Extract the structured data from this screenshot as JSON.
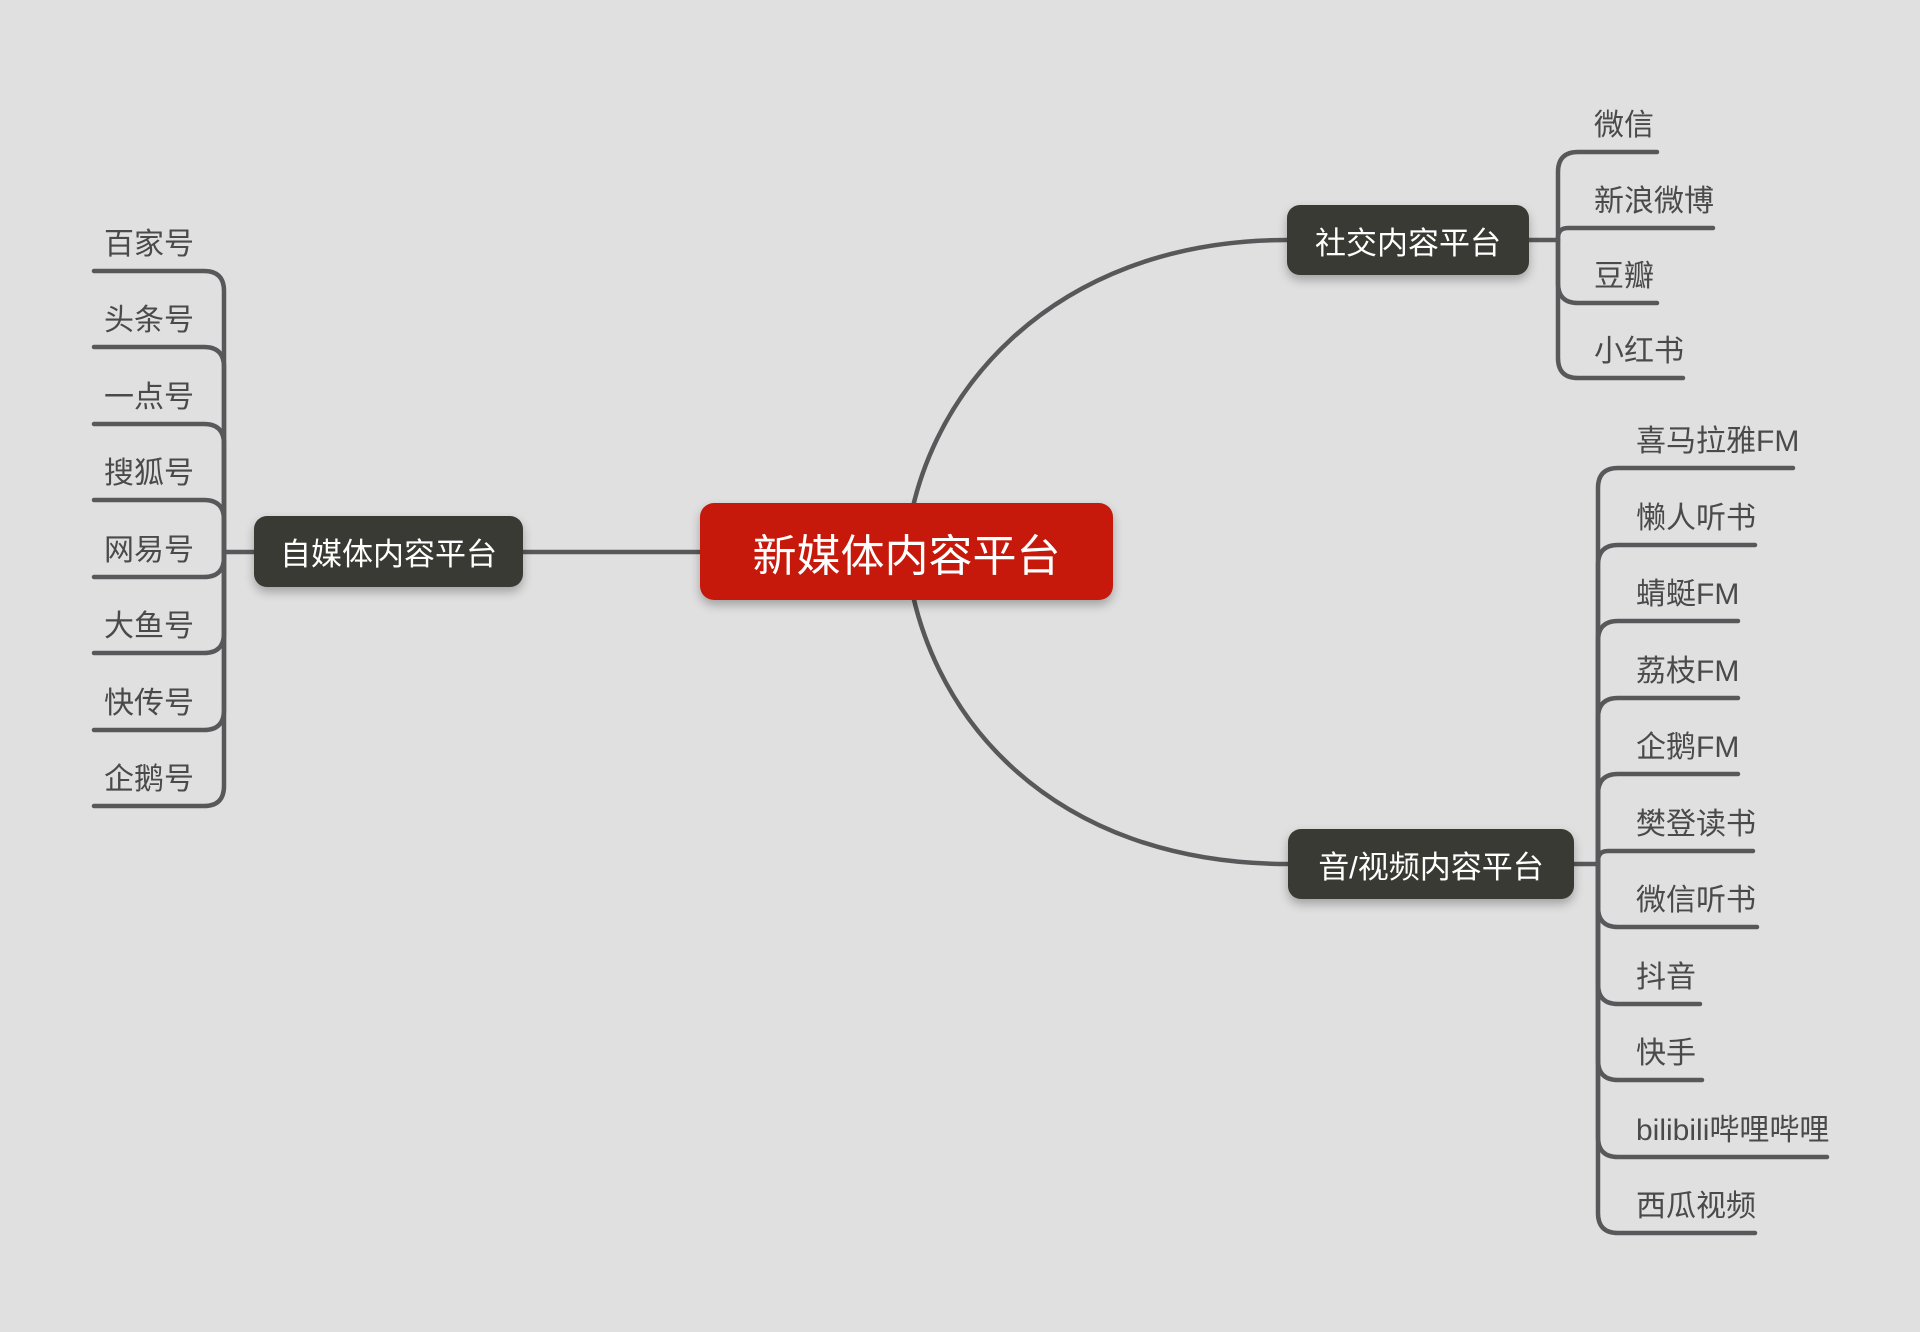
{
  "root": {
    "label": "新媒体内容平台"
  },
  "branches": [
    {
      "label": "自媒体内容平台",
      "side": "left",
      "children": [
        "百家号",
        "头条号",
        "一点号",
        "搜狐号",
        "网易号",
        "大鱼号",
        "快传号",
        "企鹅号"
      ]
    },
    {
      "label": "社交内容平台",
      "side": "top-right",
      "children": [
        "微信",
        "新浪微博",
        "豆瓣",
        "小红书"
      ]
    },
    {
      "label": "音/视频内容平台",
      "side": "bottom-right",
      "children": [
        "喜马拉雅FM",
        "懒人听书",
        "蜻蜓FM",
        "荔枝FM",
        "企鹅FM",
        "樊登读书",
        "微信听书",
        "抖音",
        "快手",
        "bilibili哔哩哔哩",
        "西瓜视频"
      ]
    }
  ],
  "colors": {
    "background": "#e0e0e0",
    "root_fill": "#c6190b",
    "branch_fill": "#3a3a34",
    "node_text": "#ffffff",
    "leaf_text": "#4a4a4a",
    "edge": "#58585a"
  }
}
